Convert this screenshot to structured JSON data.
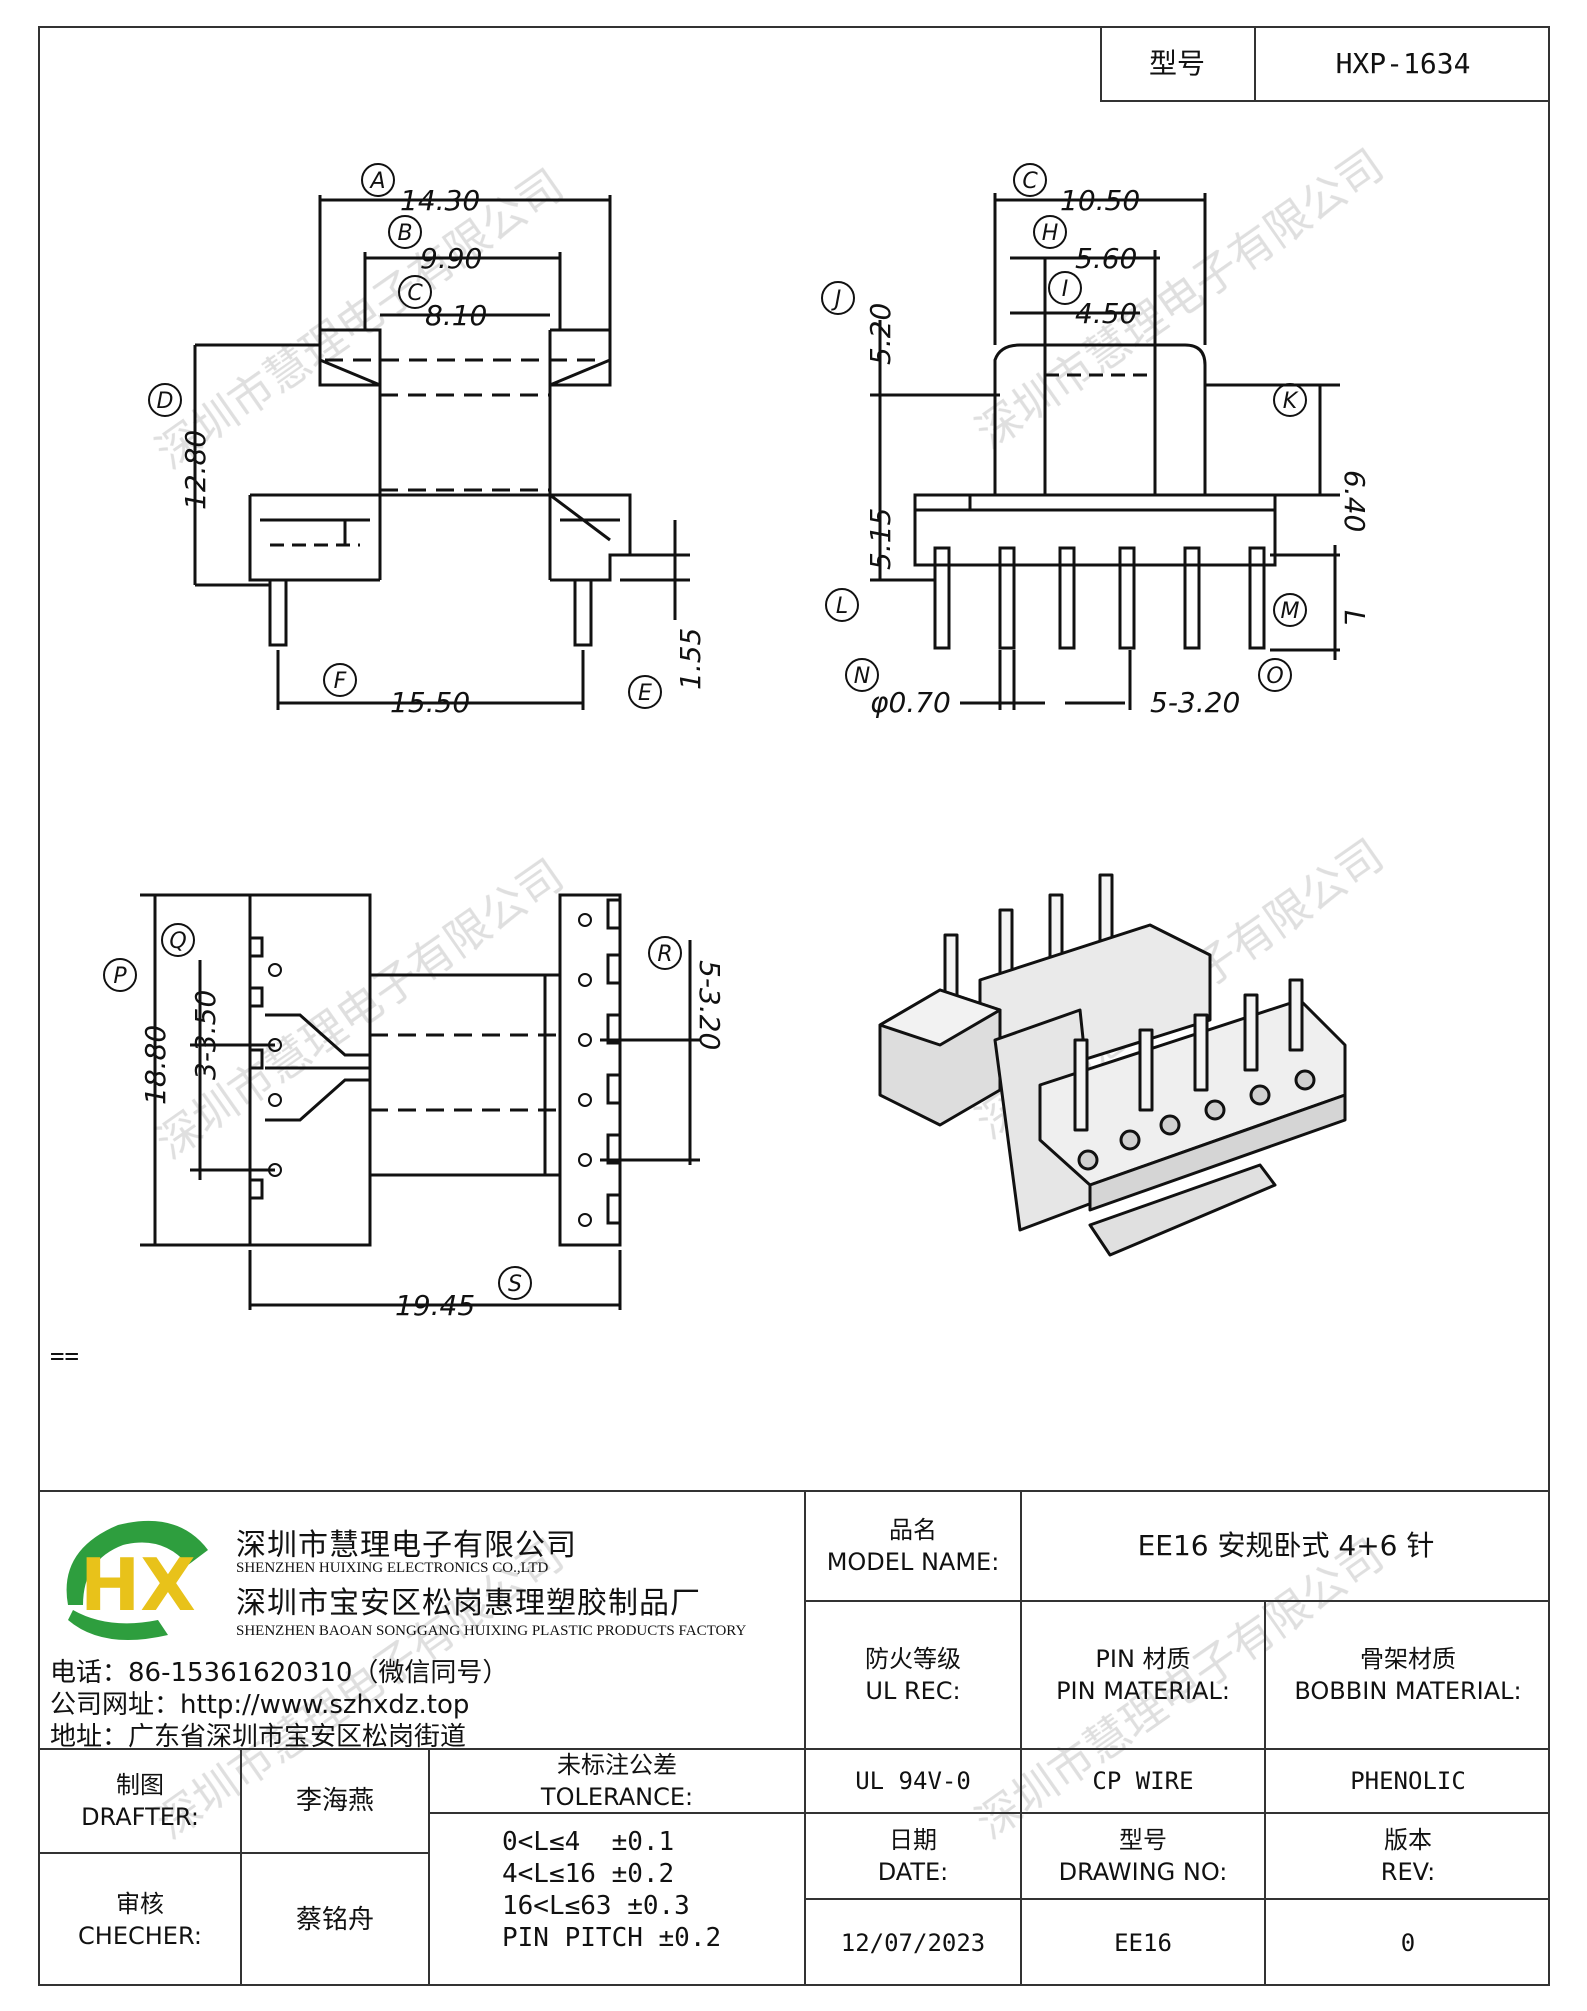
{
  "header": {
    "model_label": "型号",
    "model_value": "HXP-1634"
  },
  "drawing": {
    "front_view": {
      "dims": {
        "A": "14.30",
        "B": "9.90",
        "C": "8.10",
        "D": "12.80",
        "E": "1.55",
        "F": "15.50"
      }
    },
    "side_view": {
      "dims": {
        "C": "10.50",
        "H": "5.60",
        "I": "4.50",
        "J": "5.20",
        "K": "6.40",
        "L": "5.15",
        "M": "L",
        "N": "φ0.70",
        "O": "5-3.20"
      }
    },
    "top_view": {
      "dims": {
        "P": "18.80",
        "Q": "3-3.50",
        "R": "5-3.20",
        "S": "19.45"
      }
    },
    "marker_text": "=="
  },
  "watermark": "深圳市慧理电子有限公司",
  "company": {
    "logo_letters": "HX",
    "name_cn": "深圳市慧理电子有限公司",
    "name_en": "SHENZHEN HUIXING ELECTRONICS CO.,LTD",
    "factory_cn": "深圳市宝安区松岗惠理塑胶制品厂",
    "factory_en": "SHENZHEN BAOAN SONGGANG HUIXING PLASTIC PRODUCTS FACTORY",
    "phone": "电话：86-15361620310（微信同号）",
    "website": "公司网址：http://www.szhxdz.top",
    "address": "地址：广东省深圳市宝安区松岗街道"
  },
  "title_block": {
    "model_name_cn": "品名",
    "model_name_en": "MODEL NAME:",
    "model_name_value": "EE16 安规卧式 4+6 针",
    "ul_cn": "防火等级",
    "ul_en": "UL REC:",
    "pin_cn": "PIN 材质",
    "pin_en": "PIN MATERIAL:",
    "bobbin_cn": "骨架材质",
    "bobbin_en": "BOBBIN MATERIAL:",
    "ul_value": "UL 94V-0",
    "pin_value": "CP WIRE",
    "bobbin_value": "PHENOLIC",
    "drafter_cn": "制图",
    "drafter_en": "DRAFTER:",
    "drafter_name": "李海燕",
    "checker_cn": "审核",
    "checker_en": "CHECHER:",
    "checker_name": "蔡铭舟",
    "tolerance_cn": "未标注公差",
    "tolerance_en": "TOLERANCE:",
    "tolerances": [
      "0<L≤4  ±0.1",
      "4<L≤16 ±0.2",
      "16<L≤63 ±0.3",
      "PIN PITCH ±0.2"
    ],
    "date_cn": "日期",
    "date_en": "DATE:",
    "drawing_no_cn": "型号",
    "drawing_no_en": "DRAWING NO:",
    "rev_cn": "版本",
    "rev_en": "REV:",
    "date_value": "12/07/2023",
    "drawing_no_value": "EE16",
    "rev_value": "0"
  },
  "colors": {
    "logo_green": "#2e9e3e",
    "logo_yellow": "#e8c21a",
    "logo_blue": "#2a7fc1",
    "watermark": "#dcdcdc"
  }
}
